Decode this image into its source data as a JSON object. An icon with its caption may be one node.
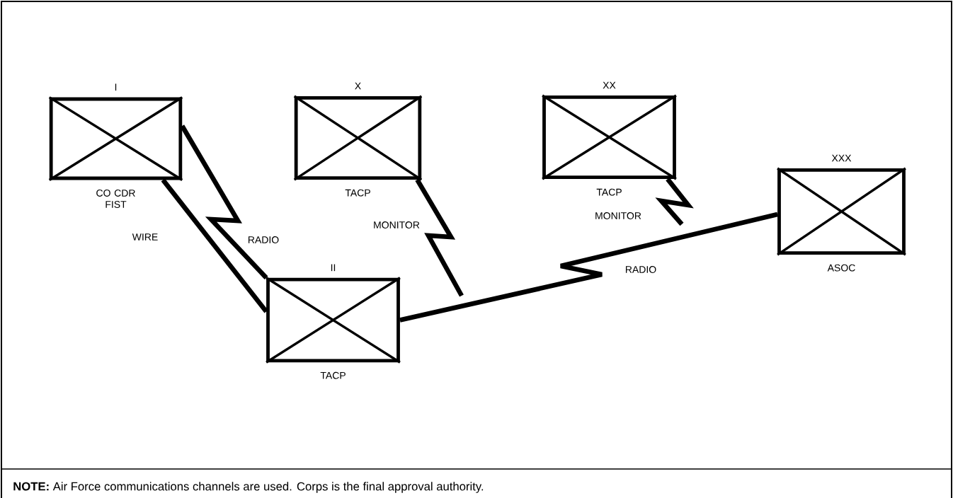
{
  "diagram": {
    "caption": "**NOTE:** Air Force communications channels are used. Corps is the final approval authority.",
    "nodes": [
      {
        "text": [
          "I",
          "CO CDR FIST"
        ]
      },
      {
        "text": [
          "X",
          "TACP"
        ]
      },
      {
        "text": [
          "XX",
          "TACP"
        ]
      },
      {
        "text": [
          "XXX",
          "ASOC"
        ]
      },
      {
        "text": [
          "II",
          "TACP"
        ]
      }
    ],
    "edges": [
      {
        "from": 0,
        "to": 4,
        "arrow": "none",
        "label": "WIRE"
      },
      {
        "from": 0,
        "to": 4,
        "arrow": "none",
        "label": "RADIO"
      },
      {
        "from": 1,
        "to": null,
        "arrow": "none",
        "label": "MONITOR"
      },
      {
        "from": 2,
        "to": null,
        "arrow": "none",
        "label": "MONITOR"
      },
      {
        "from": 4,
        "to": 3,
        "arrow": "none",
        "label": "RADIO"
      }
    ]
  }
}
